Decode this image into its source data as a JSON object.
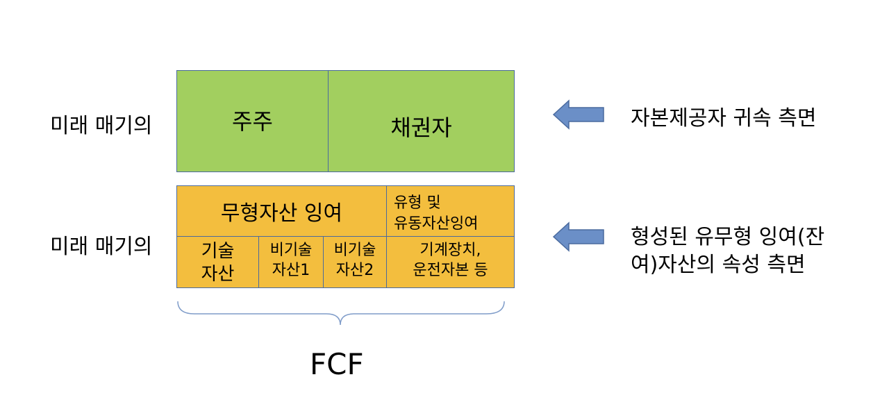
{
  "rows": {
    "top_label": "미래 매기의",
    "bottom_label": "미래 매기의"
  },
  "top_box": {
    "left_text": "주주",
    "right_text": "채권자",
    "color": "#a2cf5f"
  },
  "bottom_box": {
    "color": "#f3be3e",
    "intangible_title": "무형자산 잉여",
    "tangible_title_line1": "유형 및",
    "tangible_title_line2": "유동자산잉여",
    "cells": [
      {
        "line1": "기술",
        "line2": "자산"
      },
      {
        "line1": "비기술",
        "line2": "자산1"
      },
      {
        "line1": "비기술",
        "line2": "자산2"
      },
      {
        "line1": "기계장치,",
        "line2": "운전자본 등"
      }
    ]
  },
  "notes": {
    "top": "자본제공자 귀속 측면",
    "bottom_line1": "형성된 유무형 잉여(잔",
    "bottom_line2": "여)자산의 속성 측면"
  },
  "fcf_label": "FCF",
  "colors": {
    "arrow": "#6b8fc7",
    "arrow_border": "#4a6a9e",
    "brace": "#7f9cc9"
  }
}
